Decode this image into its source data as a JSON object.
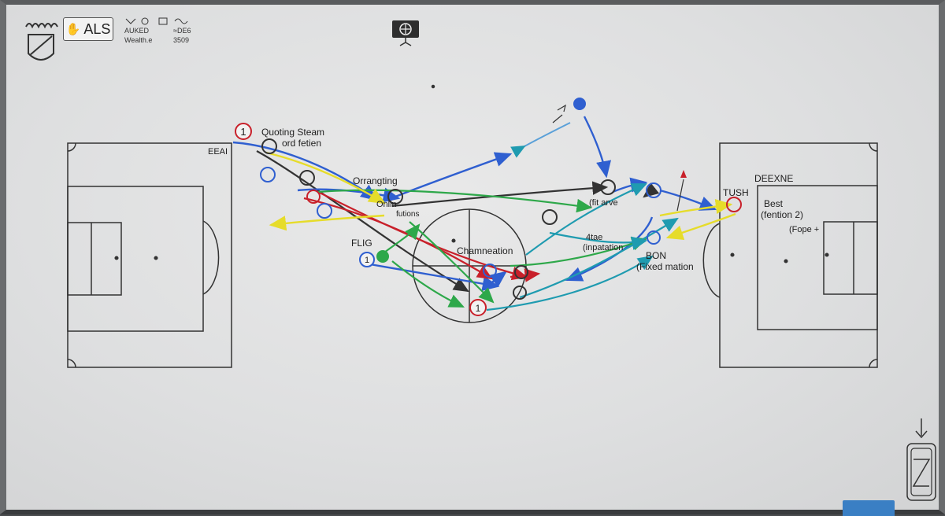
{
  "branding": {
    "badge_text": "ALS",
    "badge_icon": "hand-icon",
    "legend_line_1": "AUKED",
    "legend_line_2": "Wealth.e",
    "legend_line_3": "≈DE6",
    "legend_line_4": "3509"
  },
  "annotations": {
    "quoting_steam": "Quoting Steam",
    "ord_fetien": "ord fetien",
    "eeai": "EEAI",
    "orrangting": "Orrangting",
    "onlin": "Onlin",
    "futions": "futions",
    "flig": "FLIG",
    "chamneation": "Chamneation",
    "fit_arve": "(fit arve",
    "atoe": "4tae",
    "inpatation": "(inpatation",
    "bon": "BON",
    "fixed_mation": "(Fixed mation",
    "tush": "TUSH",
    "deexne": "DEEXNE",
    "best": "Best",
    "fention_2": "(fention 2)",
    "fope": "(Fope +"
  },
  "players": {
    "p1": "1",
    "p2": "1",
    "p3": "1"
  },
  "colors": {
    "blue": "#2f5fd0",
    "red": "#c8202a",
    "green": "#2ea84a",
    "yellow": "#e6dc2a",
    "teal": "#1f9bb0",
    "dark": "#333333",
    "tray": "#3a7fc4"
  }
}
